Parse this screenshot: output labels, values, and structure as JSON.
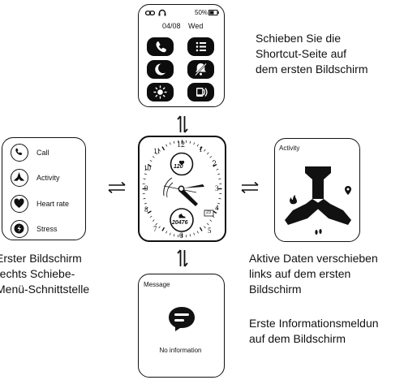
{
  "top_screen": {
    "status_battery": "50%",
    "date": "04/08",
    "weekday": "Wed"
  },
  "left_screen": {
    "items": [
      {
        "label": "Call",
        "icon": "phone-icon"
      },
      {
        "label": "Activity",
        "icon": "activity-icon"
      },
      {
        "label": "Heart rate",
        "icon": "heart-icon"
      },
      {
        "label": "Stress",
        "icon": "stress-icon"
      }
    ]
  },
  "center_screen": {
    "heart_value": "120",
    "steps_value": "20476",
    "date_box": "23",
    "bezel_numbers": [
      "12",
      "1",
      "2",
      "10",
      "11",
      "9",
      "3",
      "8",
      "4",
      "7",
      "5",
      "6"
    ]
  },
  "right_screen": {
    "title": "Activity"
  },
  "bottom_screen": {
    "title": "Message",
    "empty_text": "No information"
  },
  "captions": {
    "top_right": [
      "Schieben Sie die",
      "Shortcut-Seite auf",
      "dem ersten Bildschirm"
    ],
    "left": [
      "Erster Bildschirm",
      "rechts Schiebe-",
      "Menü-Schnittstelle"
    ],
    "right_1": [
      "Aktive Daten verschieben",
      "links auf dem ersten",
      "Bildschirm"
    ],
    "right_2": [
      "Erste Informationsmeldun",
      "auf dem Bildschirm"
    ]
  }
}
